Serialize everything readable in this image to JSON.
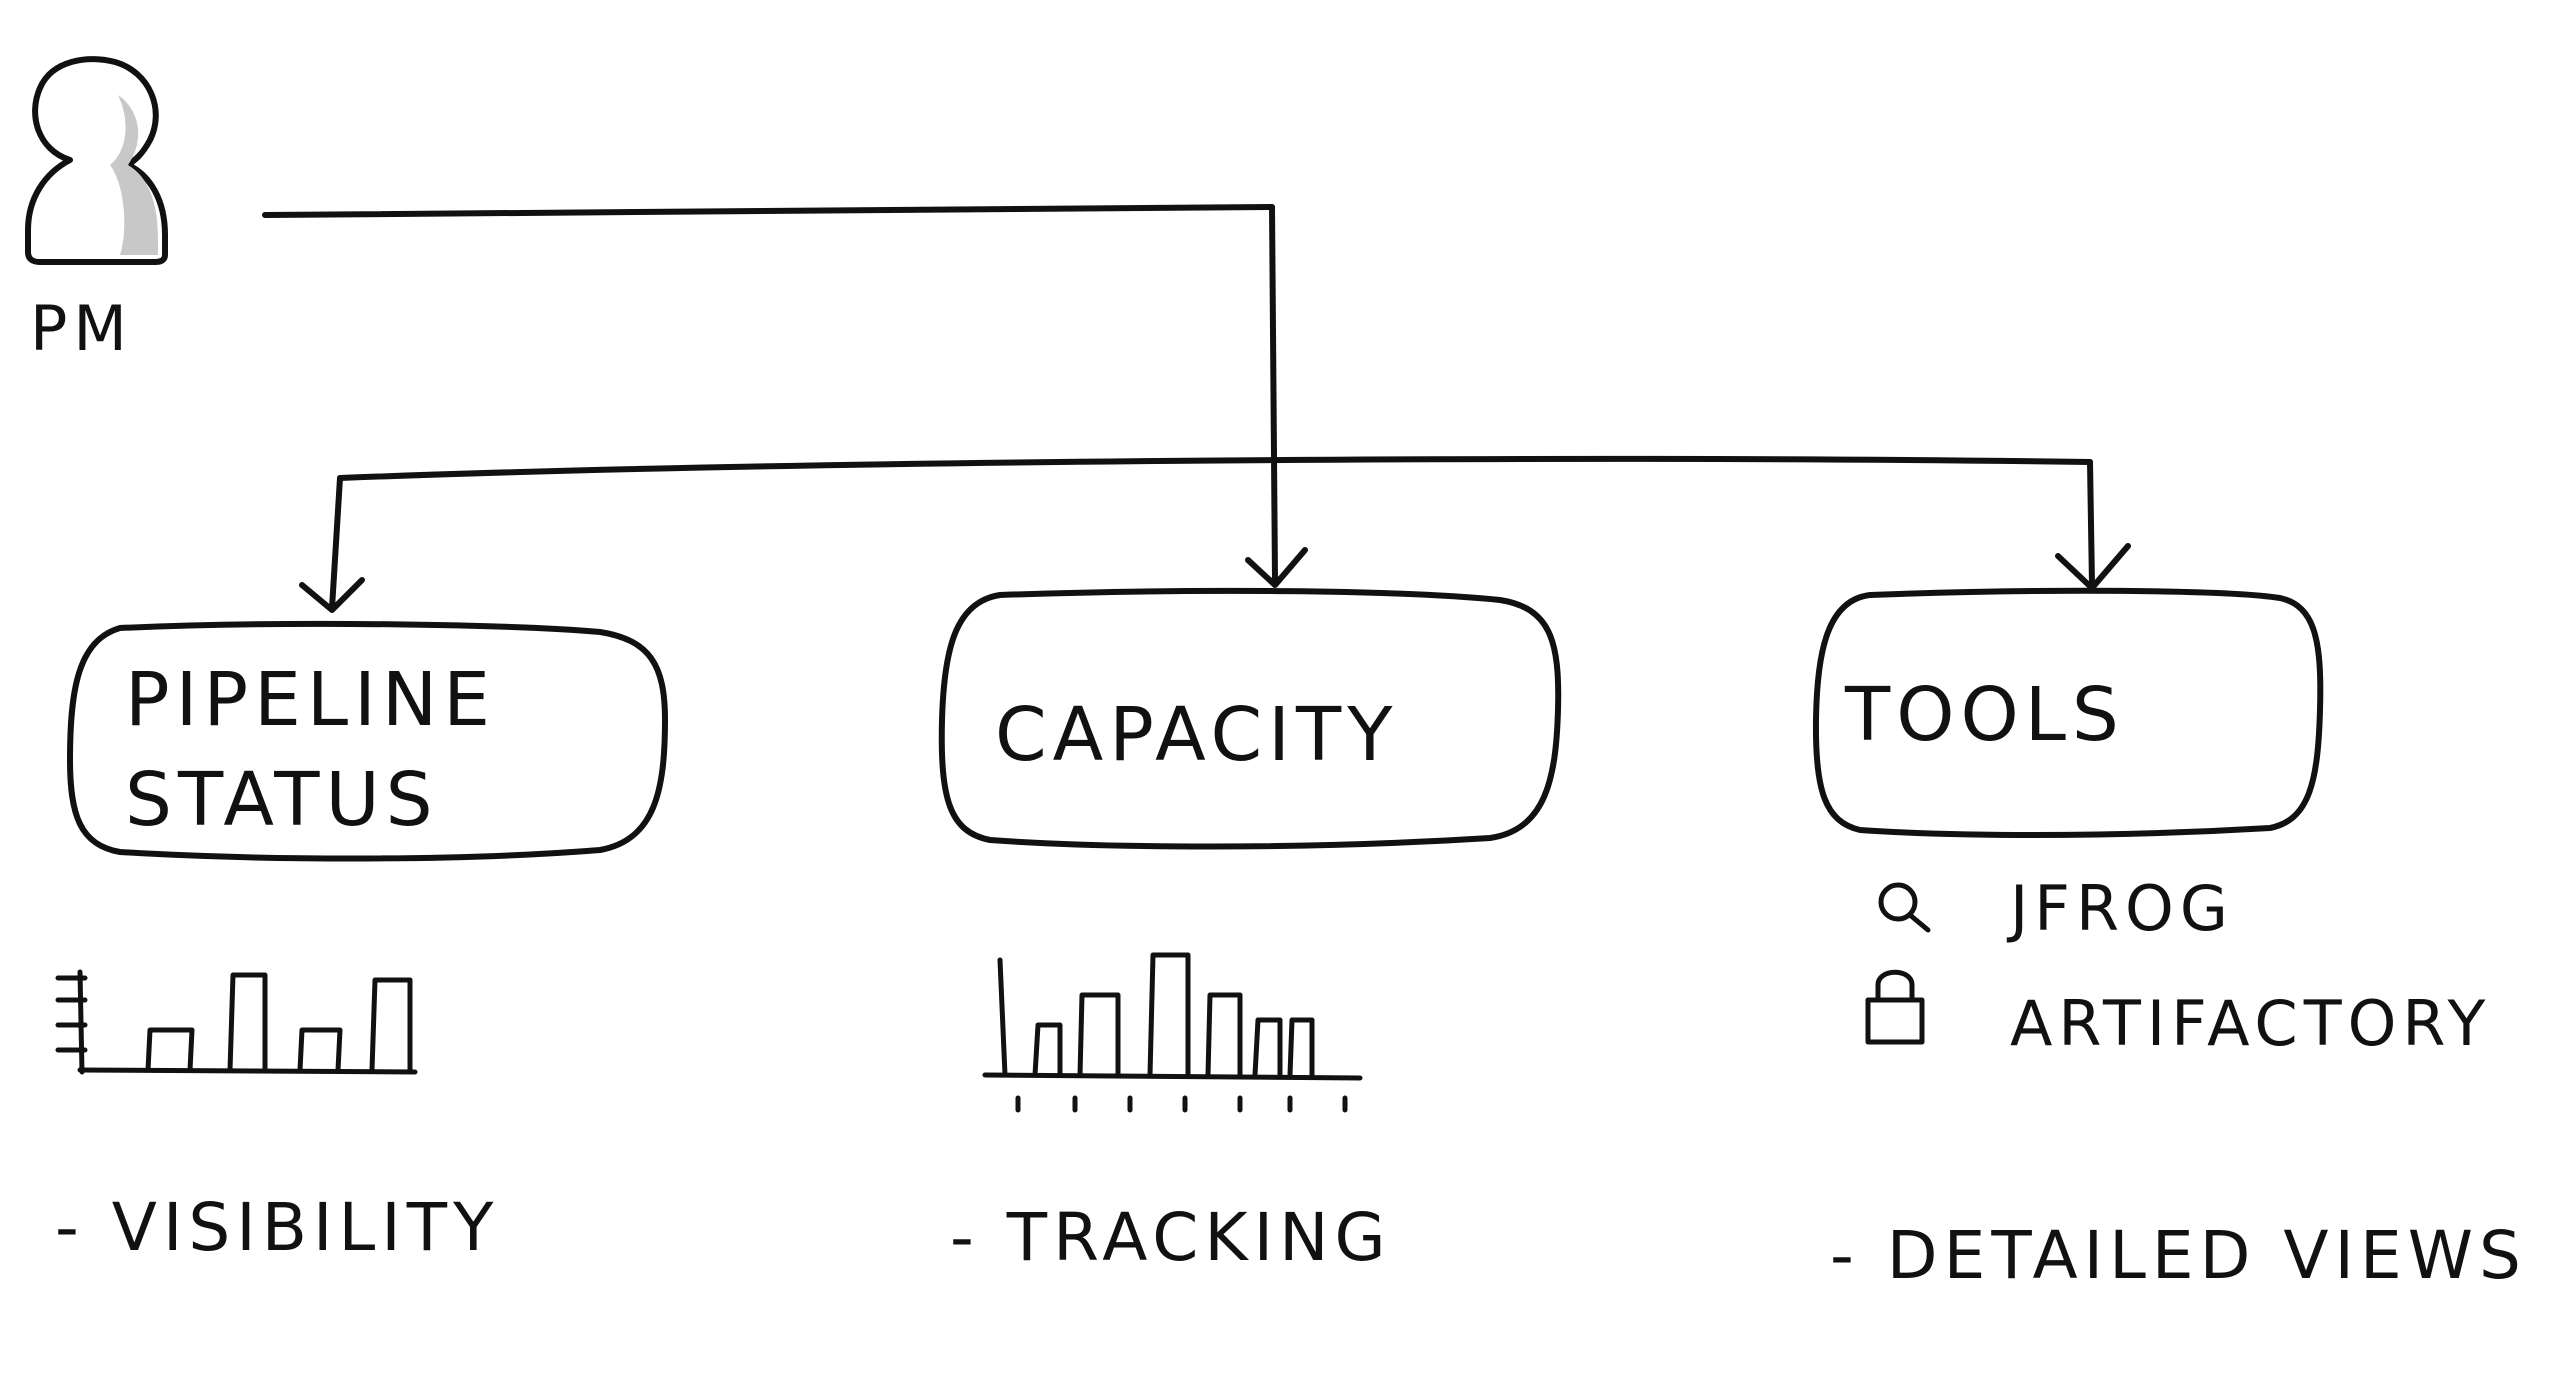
{
  "actor": {
    "label": "PM",
    "icon": "person-icon"
  },
  "boxes": [
    {
      "id": "pipeline",
      "lines": [
        "PIPELINE",
        "STATUS"
      ],
      "bullet": "- VISIBILITY",
      "icon": "bar-chart-icon"
    },
    {
      "id": "capacity",
      "lines": [
        "CAPACITY"
      ],
      "bullet": "- TRACKING",
      "icon": "bar-chart-icon"
    },
    {
      "id": "tools",
      "lines": [
        "TOOLS"
      ],
      "bullet": "- DETAILED VIEWS",
      "icon": ""
    }
  ],
  "tools_list": [
    {
      "label": "JFROG",
      "icon": "search-icon"
    },
    {
      "label": "ARTIFACTORY",
      "icon": "lock-icon"
    }
  ],
  "colors": {
    "ink": "#111111",
    "paper": "#ffffff",
    "shade": "#c8c8c8"
  }
}
